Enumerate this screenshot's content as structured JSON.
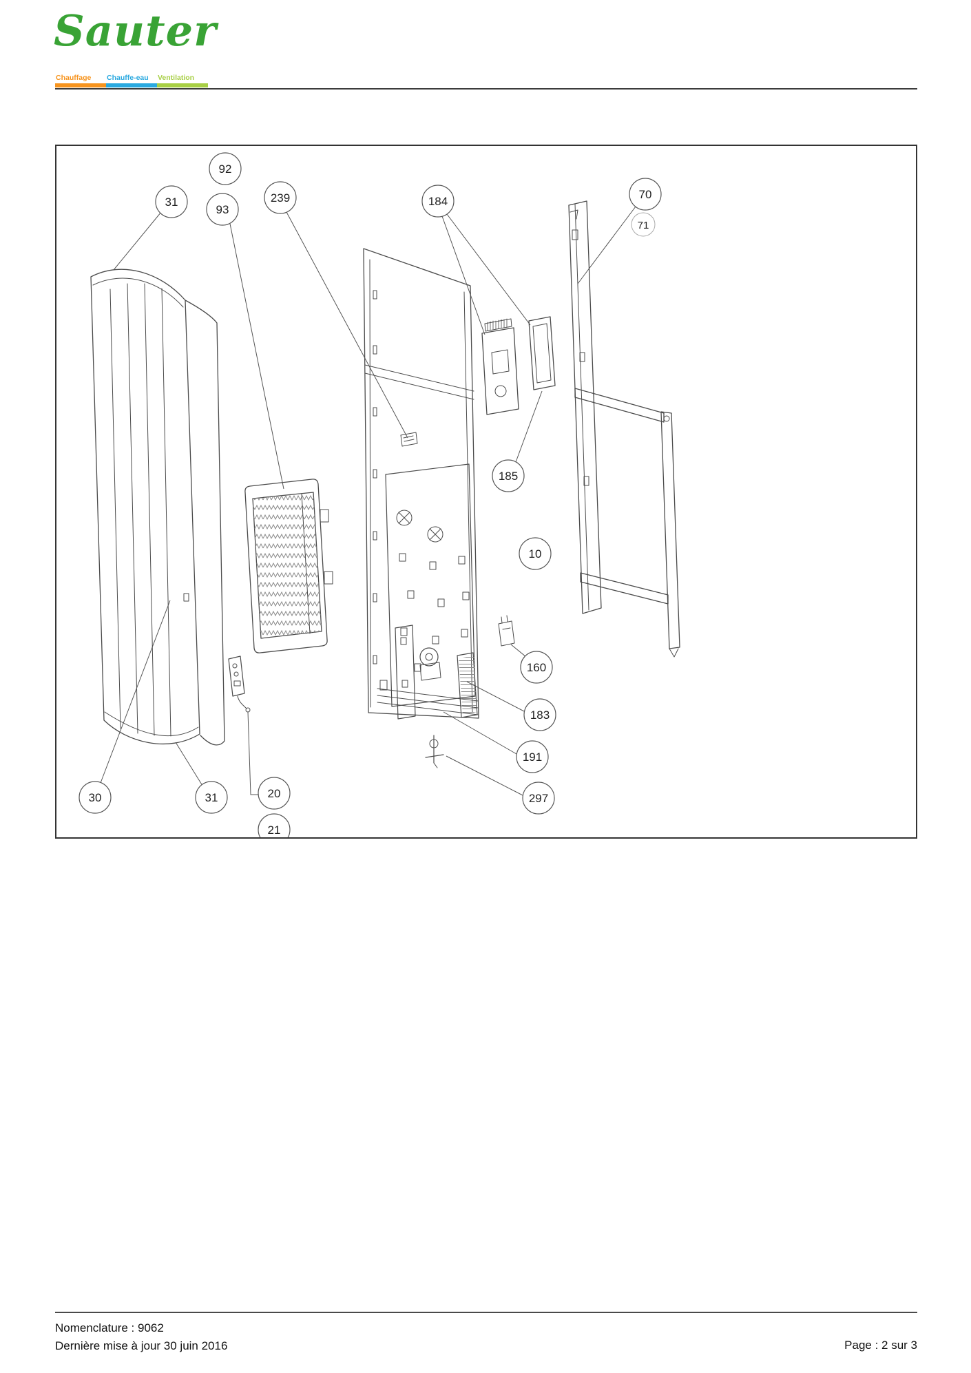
{
  "brand": {
    "logo_text": "Sauter",
    "brand_green": "#39a335",
    "categories": [
      {
        "label": "Chauffage",
        "color": "#f7941e"
      },
      {
        "label": "Chauffe-eau",
        "color": "#2aa9e0"
      },
      {
        "label": "Ventilation",
        "color": "#a8cf45"
      }
    ]
  },
  "diagram": {
    "callouts": [
      {
        "label": "92"
      },
      {
        "label": "31"
      },
      {
        "label": "93"
      },
      {
        "label": "239"
      },
      {
        "label": "184"
      },
      {
        "label": "70"
      },
      {
        "label": "71"
      },
      {
        "label": "185"
      },
      {
        "label": "10"
      },
      {
        "label": "160"
      },
      {
        "label": "183"
      },
      {
        "label": "191"
      },
      {
        "label": "297"
      },
      {
        "label": "30"
      },
      {
        "label": "31"
      },
      {
        "label": "20"
      },
      {
        "label": "21"
      }
    ]
  },
  "footer": {
    "nomenclature": "Nomenclature : 9062",
    "updated": "Dernière mise à jour 30 juin 2016",
    "page": "Page : 2 sur 3"
  }
}
